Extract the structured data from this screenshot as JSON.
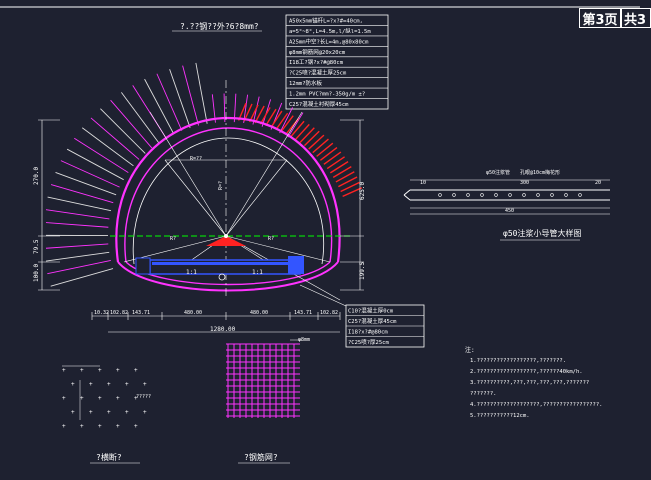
{
  "sheet": {
    "page_label": "第3页",
    "total_label": "共3",
    "top_title": "?.??钢??外?6?8mm?"
  },
  "spec_table": {
    "rows": [
      "A50x5mm锚杆L=?x?#=40cm,",
      "a=5°~8°,L=4.5m,l/纵l=1.5m",
      "A25mm中空?长L=4m,@80x80cm",
      "φ8mm钢筋网@20x20cm",
      "I18工?钢?x?#@80cm",
      "?C25喷?混凝土厚25cm",
      "12mm?防水板",
      "1.2mm PVC?mm?-350g/m ±?",
      "C25?混凝土衬砌厚45cm"
    ]
  },
  "lining_table": {
    "rows": [
      "C10?混凝土厚0cm",
      "C25?混凝土厚45cm",
      "I18?x?#@80cm",
      "?C25喷?厚25cm"
    ]
  },
  "dimensions": {
    "bottom": [
      "10.32",
      "102.82",
      "143.71",
      "480.00",
      "480.00",
      "143.71",
      "102.82"
    ],
    "bottom_total": "1280.00",
    "left_vertical": [
      "270.0",
      "79.5",
      "100.0"
    ],
    "right_vertical": [
      "625.0",
      "199.5"
    ],
    "inner_labels": [
      "1:1",
      "1:1"
    ]
  },
  "pipe_detail": {
    "title": "φ50注浆小导管大样图",
    "label_a": "φ50注浆管",
    "label_b": "孔眼@10cm梅花形",
    "dims": [
      "10",
      "300",
      "20"
    ],
    "total": "450"
  },
  "notes": {
    "heading": "注:",
    "items": [
      "1.??????????????????,???????.",
      "2.??????????????????,??????40km/h.",
      "3.??????????,???,???,???,???,???????",
      "  ???????.",
      "4.???????????????????,?????????????????.",
      "5.???????????12cm."
    ]
  },
  "detail_a": {
    "caption": "?横断?",
    "label": "?????"
  },
  "detail_b": {
    "caption": "?钢筋网?",
    "label": "φ8mm"
  }
}
